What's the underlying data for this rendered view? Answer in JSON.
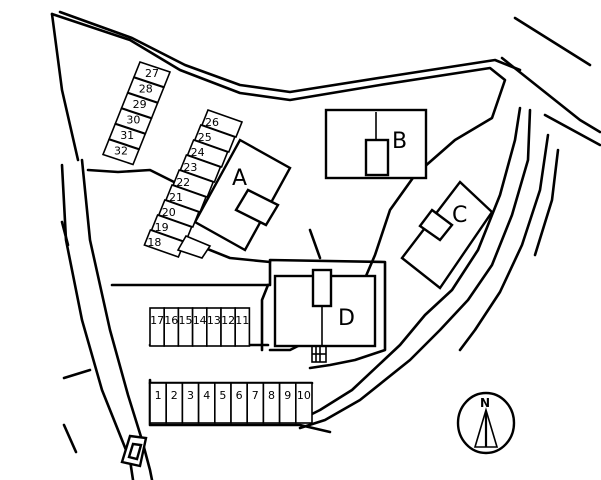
{
  "buildings": [
    {
      "id": "a",
      "label": "A"
    },
    {
      "id": "b",
      "label": "B"
    },
    {
      "id": "c",
      "label": "C"
    },
    {
      "id": "d",
      "label": "D"
    }
  ],
  "parking": {
    "northwest_row": [
      "27",
      "28",
      "29",
      "30",
      "31",
      "32"
    ],
    "diagonal_row": [
      "26",
      "25",
      "24",
      "23",
      "22",
      "21",
      "20",
      "19",
      "18"
    ],
    "middle_row": [
      "17",
      "16",
      "15",
      "14",
      "13",
      "12",
      "11"
    ],
    "bottom_row": [
      "1",
      "2",
      "3",
      "4",
      "5",
      "6",
      "7",
      "8",
      "9",
      "10"
    ]
  },
  "compass": {
    "north_label": "N"
  }
}
